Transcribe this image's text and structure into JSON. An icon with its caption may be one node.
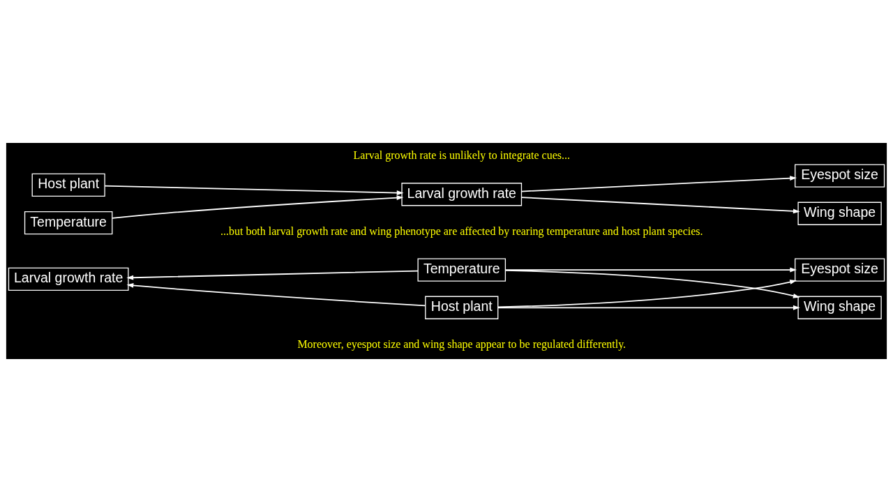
{
  "diagram": {
    "nodes": [
      {
        "text": [
          "Temperature"
        ]
      },
      {
        "text": [
          "Host plant"
        ]
      },
      {
        "text": [
          "Larval growth rate"
        ]
      },
      {
        "text": [
          "Eyespot size"
        ]
      },
      {
        "text": [
          "Wing shape"
        ]
      },
      {
        "text": [
          "Larval growth rate"
        ]
      },
      {
        "text": [
          "Temperature"
        ]
      },
      {
        "text": [
          "Host plant"
        ]
      },
      {
        "text": [
          "Eyespot size"
        ]
      },
      {
        "text": [
          "Wing shape"
        ]
      }
    ],
    "edges": [
      {
        "from": 0,
        "to": 2,
        "arrow": "to"
      },
      {
        "from": 1,
        "to": 2,
        "arrow": "to"
      },
      {
        "from": 2,
        "to": 3,
        "arrow": "to"
      },
      {
        "from": 2,
        "to": 4,
        "arrow": "to"
      },
      {
        "from": 6,
        "to": 5,
        "arrow": "to"
      },
      {
        "from": 7,
        "to": 5,
        "arrow": "to"
      },
      {
        "from": 6,
        "to": 8,
        "arrow": "to"
      },
      {
        "from": 6,
        "to": 9,
        "arrow": "to"
      },
      {
        "from": 7,
        "to": 8,
        "arrow": "to"
      },
      {
        "from": 7,
        "to": 9,
        "arrow": "to"
      }
    ],
    "labels": [
      "Larval growth rate is unlikely to integrate cues...",
      "...but both larval growth rate and wing phenotype are affected by rearing temperature and host plant species.",
      "Moreover, eyespot size and wing shape appear to be regulated differently."
    ]
  }
}
